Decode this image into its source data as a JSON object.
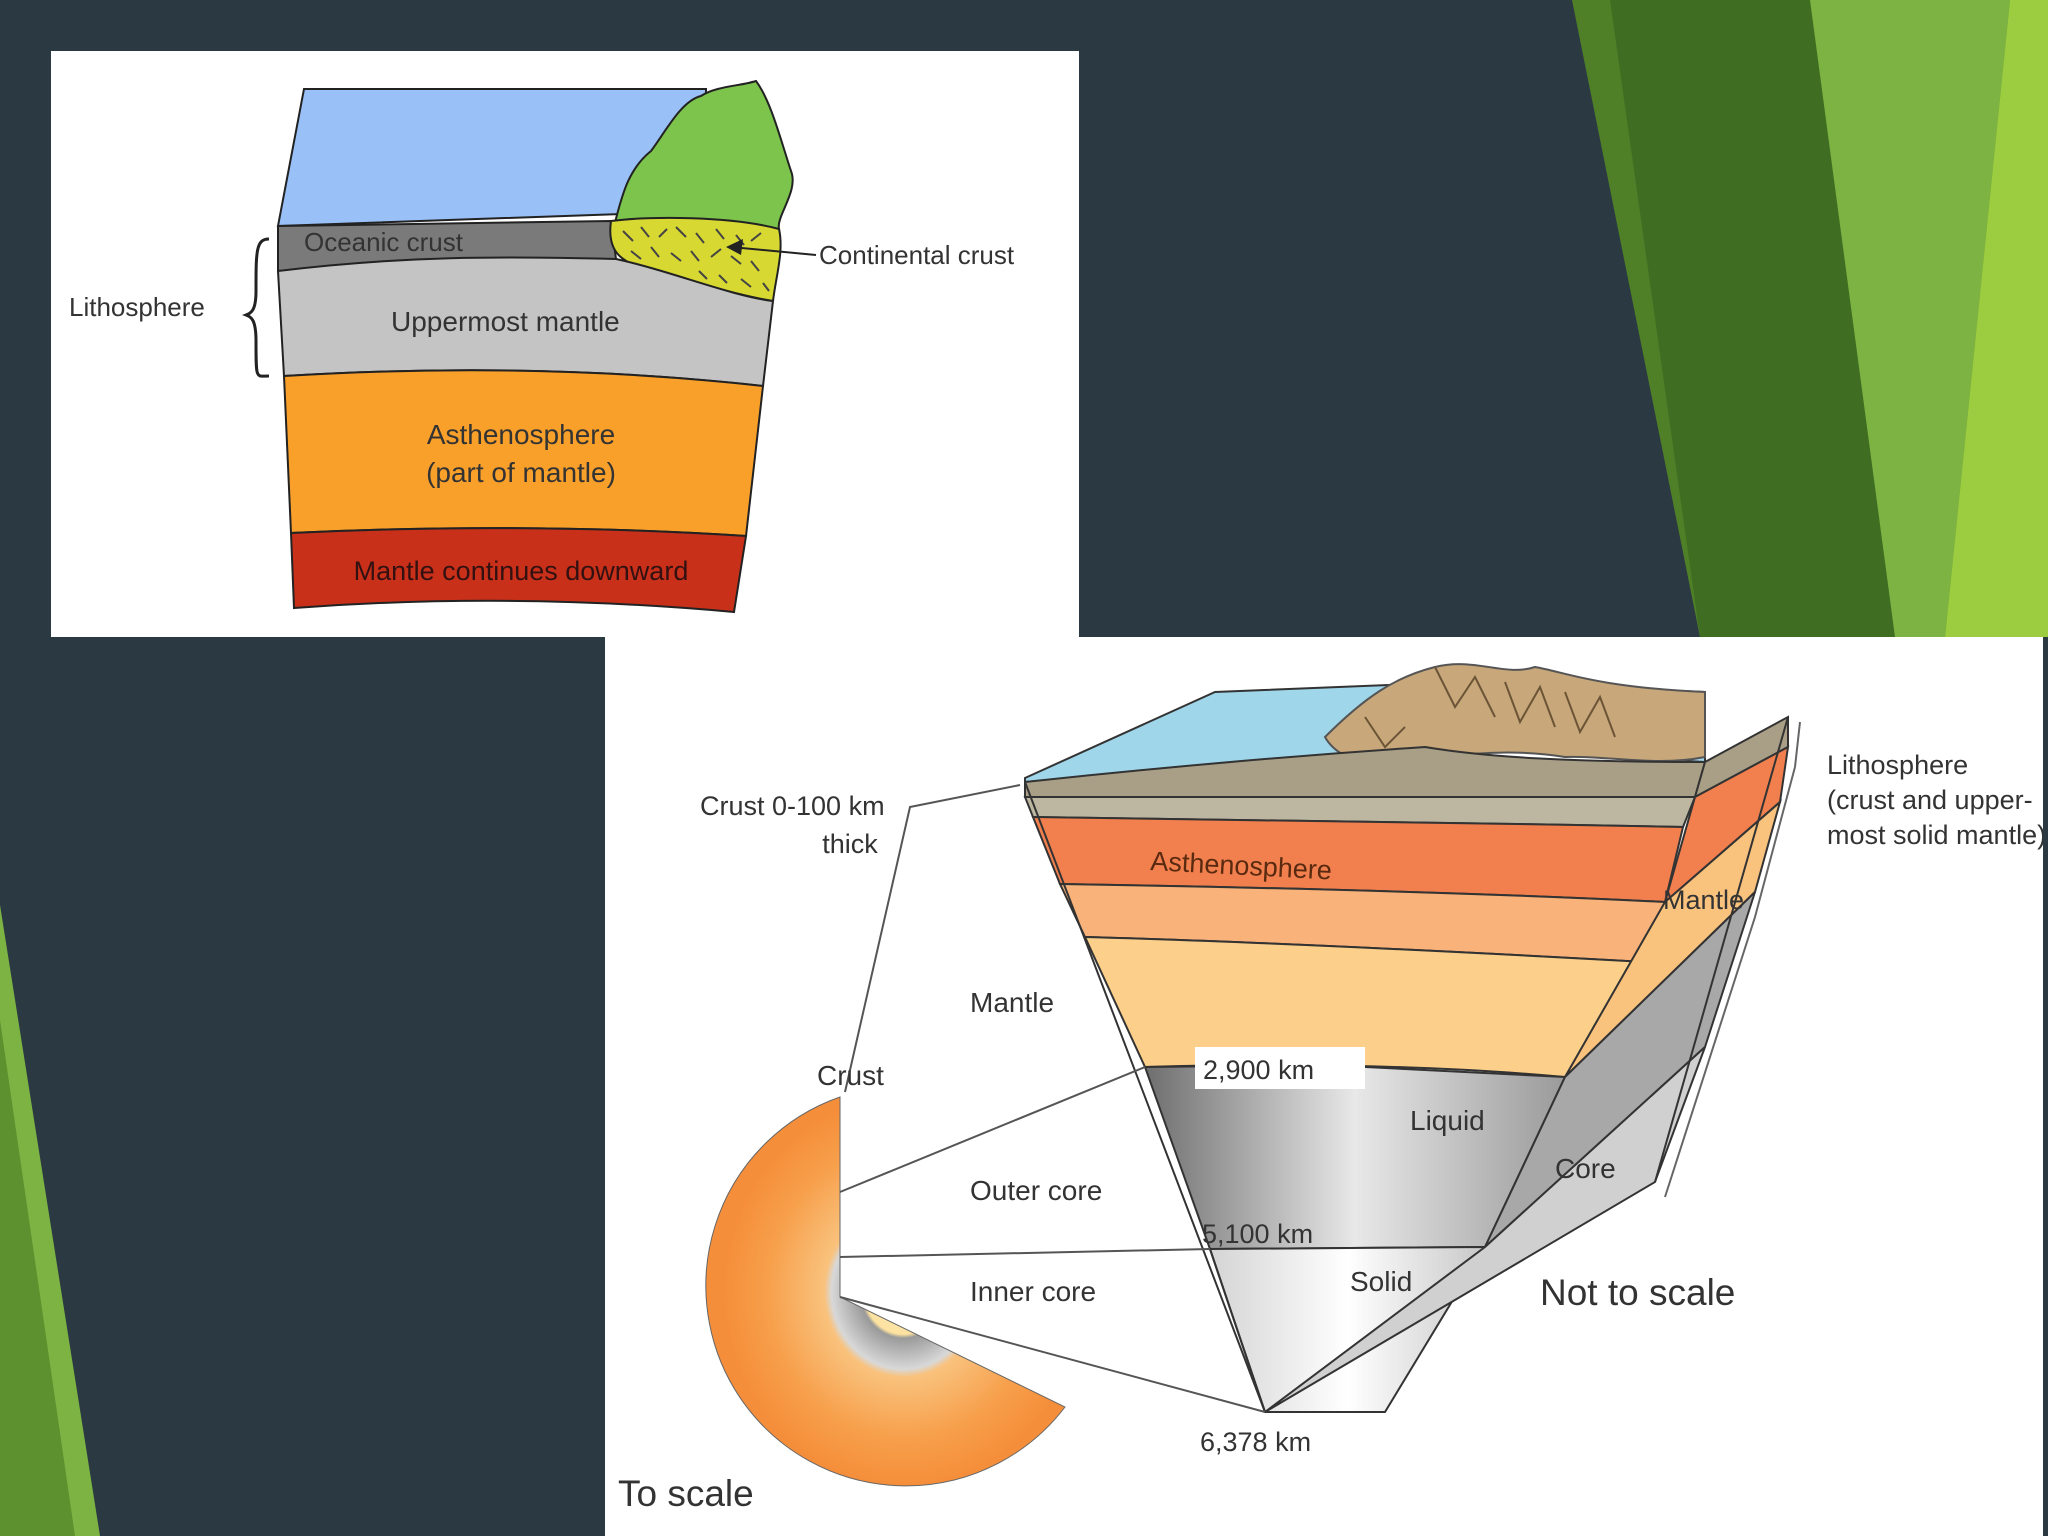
{
  "slide": {
    "accent_colors": [
      "#7cb342",
      "#4e8a2a",
      "#9ccc3f"
    ],
    "background_color": "#2b3a42"
  },
  "lithosphere_diagram": {
    "labels": {
      "oceanic_crust": "Oceanic crust",
      "continental_crust": "Continental crust",
      "lithosphere": "Lithosphere",
      "uppermost_mantle": "Uppermost mantle",
      "asthenosphere_line1": "Asthenosphere",
      "asthenosphere_line2": "(part of mantle)",
      "mantle_continues": "Mantle continues downward"
    },
    "colors": {
      "ocean": "#99c0f7",
      "land": "#7cc44b",
      "oceanic_crust": "#7a7a7a",
      "continental_crust": "#d8d832",
      "uppermost_mantle": "#c4c4c4",
      "asthenosphere": "#f9a02b",
      "deep_mantle": "#c8301a"
    }
  },
  "earth_structure_diagram": {
    "labels": {
      "crust_thickness_line1": "Crust 0-100 km",
      "crust_thickness_line2": "thick",
      "lithosphere_line1": "Lithosphere",
      "lithosphere_line2": "(crust and upper-",
      "lithosphere_line3": "most solid mantle)",
      "asthenosphere": "Asthenosphere",
      "mantle_right": "Mantle",
      "mantle_left": "Mantle",
      "crust": "Crust",
      "depth_2900": "2,900 km",
      "liquid": "Liquid",
      "core": "Core",
      "outer_core": "Outer core",
      "depth_5100": "5,100 km",
      "solid": "Solid",
      "inner_core": "Inner core",
      "not_to_scale": "Not to scale",
      "depth_6378": "6,378 km",
      "to_scale": "To scale"
    }
  }
}
